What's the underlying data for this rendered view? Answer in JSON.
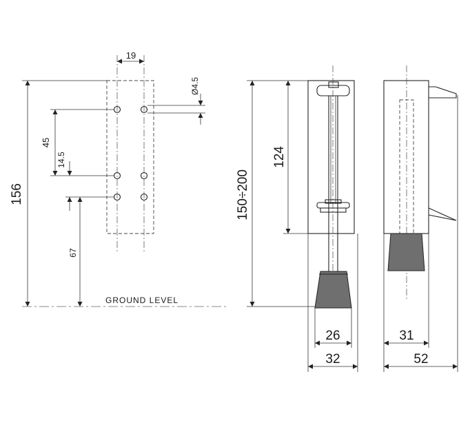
{
  "labels": {
    "plate_width": "19",
    "hole_diameter": "Ø4.5",
    "hole_spacing": "45",
    "hole_offset": "14.5",
    "total_height": "156",
    "floor_to_hole": "67",
    "ground_level": "GROUND LEVEL",
    "adjust_range": "150÷200",
    "body_height": "124",
    "foot_width": "26",
    "front_width": "32",
    "side_foot_width": "31",
    "side_width": "52"
  }
}
